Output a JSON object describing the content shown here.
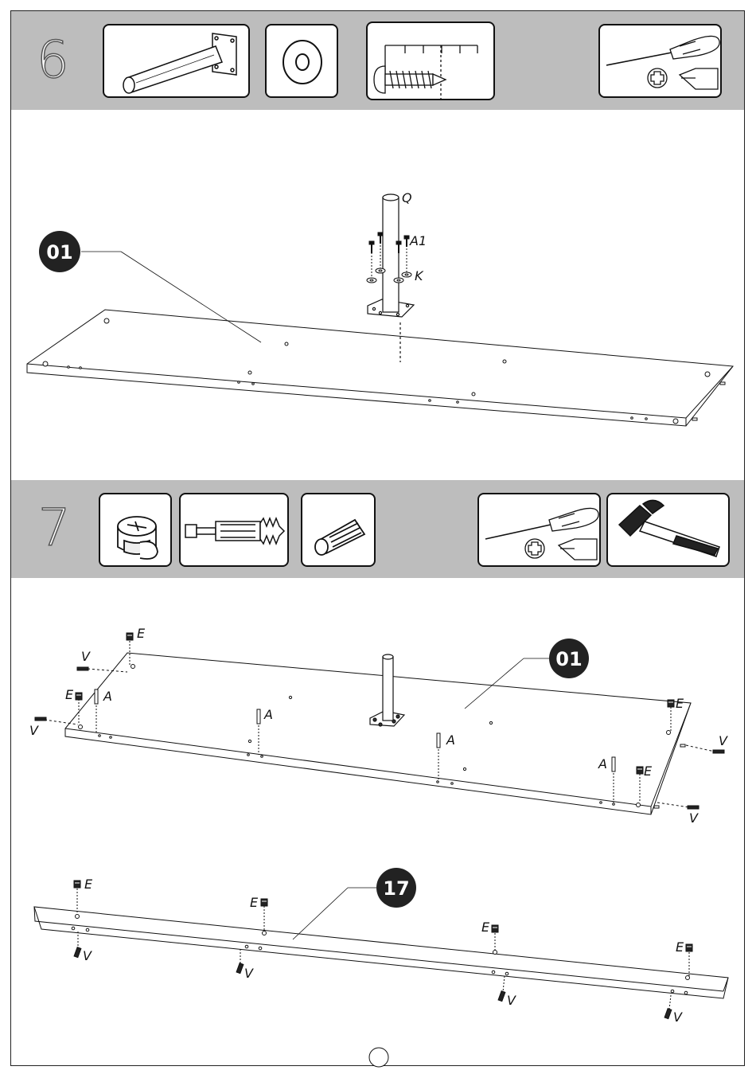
{
  "steps": [
    {
      "number": "6",
      "labels": {
        "leg": "Q",
        "screw": "A1",
        "washer": "K"
      },
      "badge": "01"
    },
    {
      "number": "7",
      "panel_badge": "01",
      "rail_badge": "17",
      "labels": {
        "cam": "E",
        "bolt": "V",
        "dowel": "A"
      }
    }
  ]
}
